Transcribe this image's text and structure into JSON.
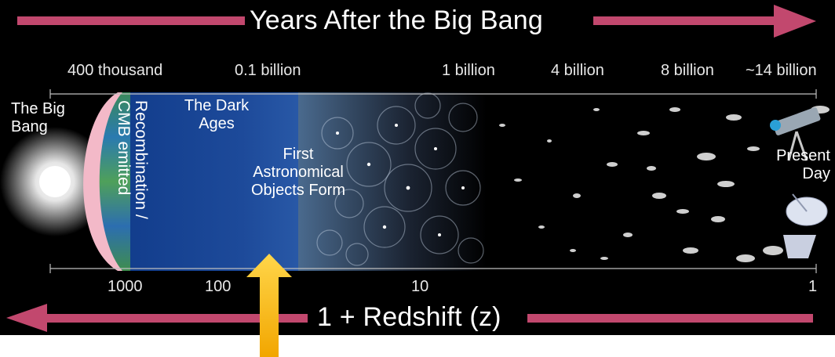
{
  "top_axis": {
    "title": "Years After the Big Bang",
    "ticks": [
      "400 thousand",
      "0.1 billion",
      "1 billion",
      "4 billion",
      "8 billion",
      "~14 billion"
    ]
  },
  "bottom_axis": {
    "title": "1 + Redshift (z)",
    "ticks": [
      "1000",
      "100",
      "10",
      "1"
    ]
  },
  "labels": {
    "big_bang": "The Big\nBang",
    "recombination": "Recombination /\nCMB emitted",
    "dark_ages": "The Dark\nAges",
    "first_objects": "First\nAstronomical\nObjects Form",
    "present_day": "Present\nDay"
  },
  "colors": {
    "arrow": "#c2486e",
    "marker": "#f7b500",
    "dark_ages_blue": "#1c3f8c",
    "background": "#000000"
  },
  "icons": [
    "marker-arrow-icon",
    "telescope-icon",
    "radio-dish-icon"
  ]
}
